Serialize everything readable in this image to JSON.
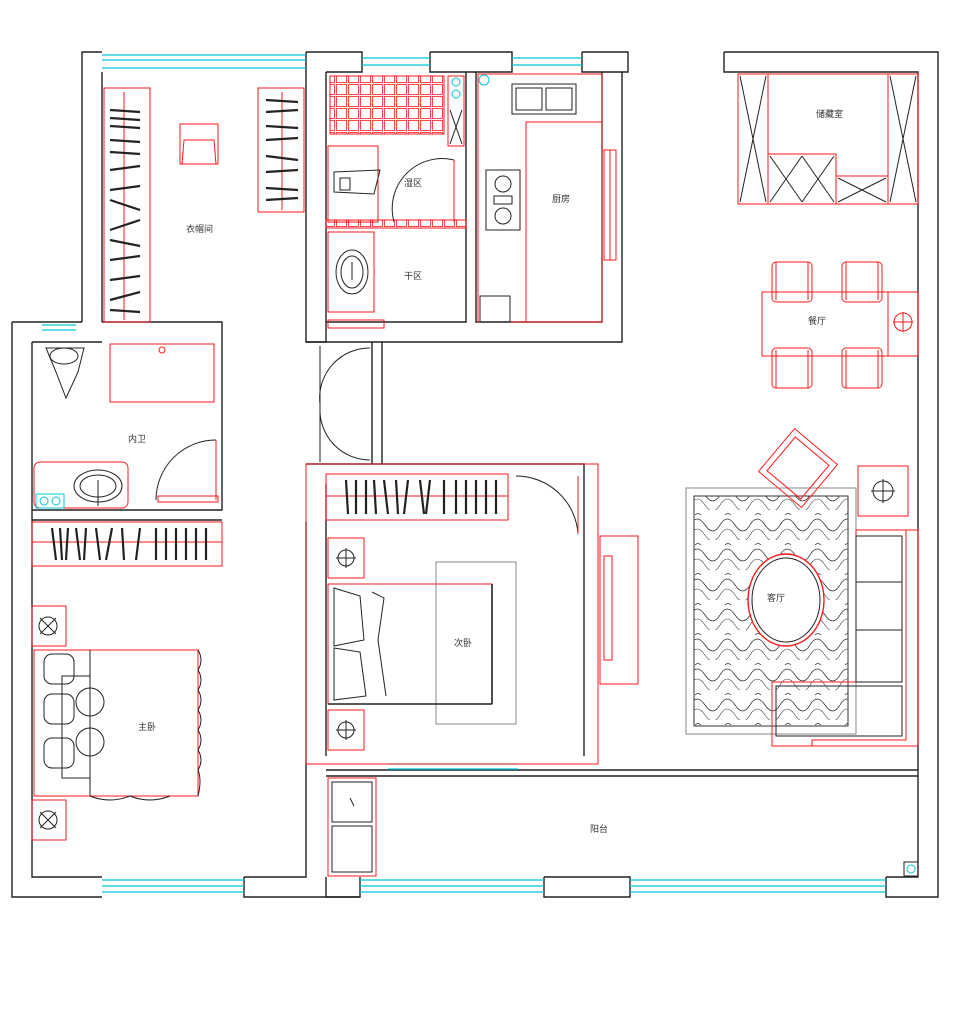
{
  "rooms": {
    "walkin_closet": "衣帽间",
    "wet_area": "湿区",
    "dry_area": "干区",
    "kitchen": "厨房",
    "storage": "储藏室",
    "dining": "餐厅",
    "ensuite_bath": "内卫",
    "second_bedroom": "次卧",
    "living_room": "客厅",
    "master_bedroom": "主卧",
    "balcony": "阳台"
  },
  "colors": {
    "wall": "#222222",
    "furniture": "#ff1a1a",
    "window": "#00c8d8",
    "fixture": "#555555"
  }
}
